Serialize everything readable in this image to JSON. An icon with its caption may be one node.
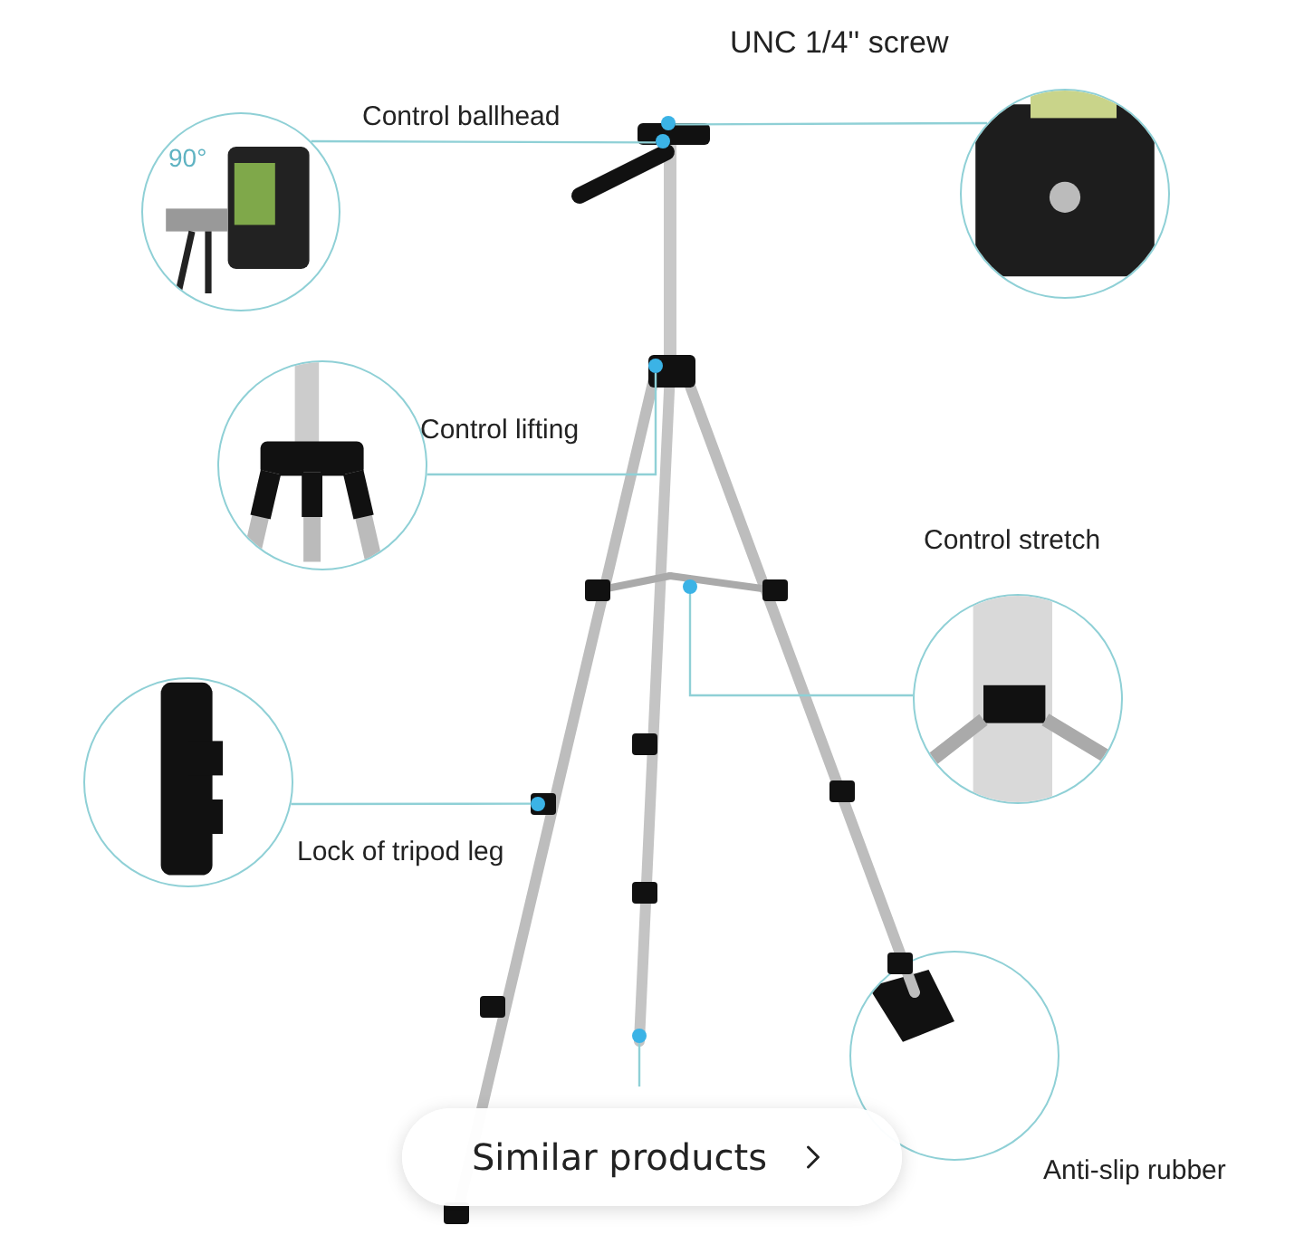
{
  "diagram": {
    "nodes": [
      {
        "text": [],
        "shape": "picture",
        "beside": [
          "Control ballhead"
        ]
      },
      {
        "text": [],
        "shape": "picture",
        "beside": [
          "UNC 1/4'' screw"
        ]
      },
      {
        "text": [],
        "shape": "picture",
        "beside": [
          "Control lifting"
        ]
      },
      {
        "text": [],
        "shape": "picture",
        "beside": [
          "Control stretch"
        ]
      },
      {
        "text": [],
        "shape": "picture",
        "beside": [
          "Lock of tripod leg"
        ]
      },
      {
        "text": [],
        "shape": "picture",
        "beside": [
          "Anti-slip rubber"
        ]
      },
      {
        "text": [],
        "shape": "picture"
      },
      {
        "text": [],
        "shape": "circle",
        "in": 6
      },
      {
        "text": [],
        "shape": "circle",
        "in": 6
      },
      {
        "text": [],
        "shape": "circle",
        "in": 6
      },
      {
        "text": [],
        "shape": "circle",
        "in": 6
      },
      {
        "text": [],
        "shape": "circle",
        "in": 6
      },
      {
        "text": [],
        "shape": "circle",
        "in": 6
      }
    ],
    "edges": [
      {
        "from": 0,
        "to": 8,
        "arrow": "none"
      },
      {
        "from": 1,
        "to": 7,
        "arrow": "none"
      },
      {
        "from": 2,
        "to": 9,
        "arrow": "none"
      },
      {
        "from": 3,
        "to": 10,
        "arrow": "none"
      },
      {
        "from": 4,
        "to": 11,
        "arrow": "none"
      },
      {
        "from": 12,
        "to": null,
        "arrow": "none"
      }
    ],
    "labels": [
      "90°",
      "Similar products"
    ]
  }
}
